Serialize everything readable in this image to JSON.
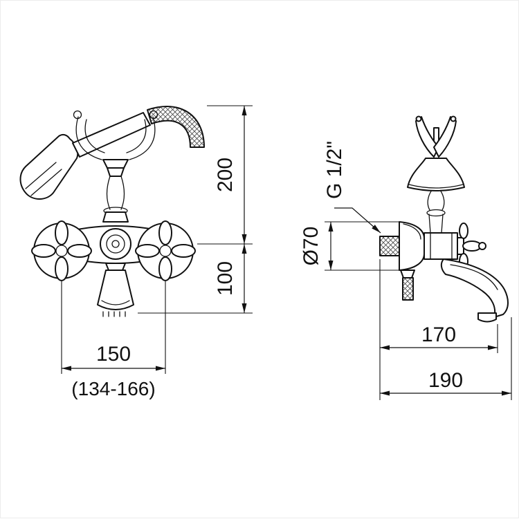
{
  "meta": {
    "description": "Technical dimension drawing of a wall-mounted bath mixer tap with cross handles and hand shower, front view and side view"
  },
  "colors": {
    "background": "#ffffff",
    "line": "#111111"
  },
  "drawing": {
    "front": {
      "height_top": "200",
      "height_bottom": "100",
      "center_distance": "150",
      "center_distance_range": "(134-166)"
    },
    "side": {
      "thread": "G 1/2\"",
      "flange_diameter": "Ø70",
      "spout_reach": "170",
      "total_reach": "190"
    }
  }
}
